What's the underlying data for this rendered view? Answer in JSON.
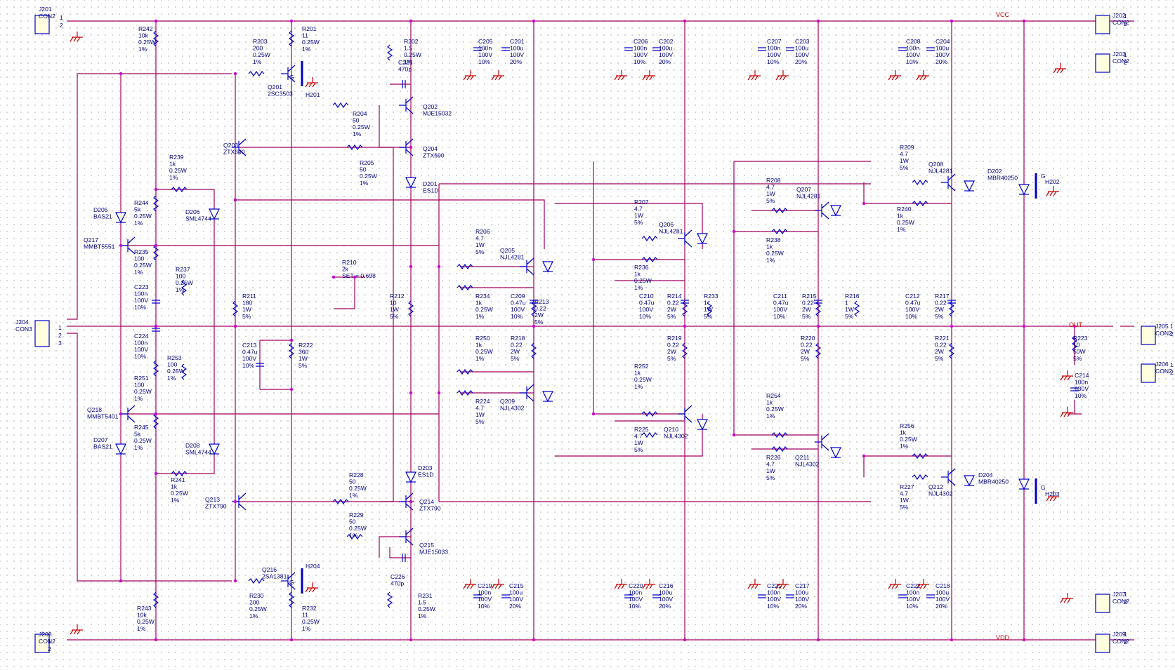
{
  "nets": {
    "vcc": "VCC",
    "vdd": "VDD",
    "out": "OUT"
  },
  "connectors": [
    {
      "ref": "J201",
      "type": "CON2",
      "p": [
        "1",
        "2"
      ]
    },
    {
      "ref": "J202",
      "type": "CON2",
      "p": [
        "1",
        "2"
      ]
    },
    {
      "ref": "J203",
      "type": "CON2",
      "p": [
        "1",
        "2"
      ]
    },
    {
      "ref": "J204",
      "type": "CON3",
      "p": [
        "1",
        "2",
        "3"
      ]
    },
    {
      "ref": "J205",
      "type": "CON2",
      "p": [
        "1",
        "2"
      ]
    },
    {
      "ref": "J206",
      "type": "CON2",
      "p": [
        "1",
        "2"
      ]
    },
    {
      "ref": "J207",
      "type": "CON2",
      "p": [
        "1",
        "2"
      ]
    },
    {
      "ref": "J208",
      "type": "CON2",
      "p": [
        "1",
        "2"
      ]
    },
    {
      "ref": "J209",
      "type": "CON2",
      "p": [
        "1",
        "2"
      ]
    }
  ],
  "labels": [
    {
      "id": "R242",
      "lines": [
        "R242",
        "10k",
        "0.25W",
        "1%"
      ]
    },
    {
      "id": "R201",
      "lines": [
        "R201",
        "11",
        "0.25W",
        "1%"
      ]
    },
    {
      "id": "R203",
      "lines": [
        "R203",
        "200",
        "0.25W",
        "1%"
      ]
    },
    {
      "id": "Q201",
      "lines": [
        "Q201",
        "2SC3503"
      ]
    },
    {
      "id": "H201",
      "lines": [
        "H201"
      ]
    },
    {
      "id": "G1",
      "lines": [
        "G"
      ]
    },
    {
      "id": "R202",
      "lines": [
        "R202",
        "1.5",
        "0.25W",
        "1%"
      ]
    },
    {
      "id": "C225",
      "lines": [
        "C225",
        "470p"
      ]
    },
    {
      "id": "Q202",
      "lines": [
        "Q202",
        "MJE15032"
      ]
    },
    {
      "id": "R204",
      "lines": [
        "R204",
        "50",
        "0.25W",
        "1%"
      ]
    },
    {
      "id": "Q203",
      "lines": [
        "Q203",
        "ZTX690"
      ]
    },
    {
      "id": "R205",
      "lines": [
        "R205",
        "50",
        "0.25W",
        "1%"
      ]
    },
    {
      "id": "Q204",
      "lines": [
        "Q204",
        "ZTX690"
      ]
    },
    {
      "id": "D201",
      "lines": [
        "D201",
        "ES1D"
      ]
    },
    {
      "id": "C205",
      "lines": [
        "C205",
        "100n",
        "100V",
        "10%"
      ]
    },
    {
      "id": "C201",
      "lines": [
        "C201",
        "100u",
        "100V",
        "20%"
      ]
    },
    {
      "id": "C206",
      "lines": [
        "C206",
        "100n",
        "100V",
        "10%"
      ]
    },
    {
      "id": "C202",
      "lines": [
        "C202",
        "100u",
        "100V",
        "20%"
      ]
    },
    {
      "id": "C207",
      "lines": [
        "C207",
        "100n",
        "100V",
        "10%"
      ]
    },
    {
      "id": "C203",
      "lines": [
        "C203",
        "100u",
        "100V",
        "20%"
      ]
    },
    {
      "id": "C208",
      "lines": [
        "C208",
        "100n",
        "100V",
        "10%"
      ]
    },
    {
      "id": "C204",
      "lines": [
        "C204",
        "100u",
        "100V",
        "20%"
      ]
    },
    {
      "id": "R239",
      "lines": [
        "R239",
        "1k",
        "0.25W",
        "1%"
      ]
    },
    {
      "id": "D205",
      "lines": [
        "D205",
        "BAS21"
      ]
    },
    {
      "id": "R244",
      "lines": [
        "R244",
        "5k",
        "0.25W",
        "1%"
      ]
    },
    {
      "id": "D206",
      "lines": [
        "D206",
        "SML4744"
      ]
    },
    {
      "id": "Q217",
      "lines": [
        "Q217",
        "MMBT5551"
      ]
    },
    {
      "id": "R235",
      "lines": [
        "R235",
        "100",
        "0.25W",
        "1%"
      ]
    },
    {
      "id": "R237",
      "lines": [
        "R237",
        "100",
        "0.25W",
        "1%"
      ]
    },
    {
      "id": "C223",
      "lines": [
        "C223",
        "100n",
        "100V",
        "10%"
      ]
    },
    {
      "id": "R211",
      "lines": [
        "R211",
        "180",
        "1W",
        "5%"
      ]
    },
    {
      "id": "R210",
      "lines": [
        "R210",
        "2k",
        "SET = 0.698"
      ]
    },
    {
      "id": "R212",
      "lines": [
        "R212",
        "10",
        "1W",
        "5%"
      ]
    },
    {
      "id": "R206",
      "lines": [
        "R206",
        "4.7",
        "1W",
        "5%"
      ]
    },
    {
      "id": "Q205",
      "lines": [
        "Q205",
        "NJL4281"
      ]
    },
    {
      "id": "R234",
      "lines": [
        "R234",
        "1k",
        "0.25W",
        "1%"
      ]
    },
    {
      "id": "C209",
      "lines": [
        "C209",
        "0.47u",
        "100V",
        "10%"
      ]
    },
    {
      "id": "R213",
      "lines": [
        "R213",
        "0.22",
        "2W",
        "5%"
      ]
    },
    {
      "id": "R207",
      "lines": [
        "R207",
        "4.7",
        "1W",
        "5%"
      ]
    },
    {
      "id": "Q206",
      "lines": [
        "Q206",
        "NJL4281"
      ]
    },
    {
      "id": "R236",
      "lines": [
        "R236",
        "1k",
        "0.25W",
        "1%"
      ]
    },
    {
      "id": "C210",
      "lines": [
        "C210",
        "0.47u",
        "100V",
        "10%"
      ]
    },
    {
      "id": "R214",
      "lines": [
        "R214",
        "0.22",
        "2W",
        "5%"
      ]
    },
    {
      "id": "R233",
      "lines": [
        "R233",
        "1",
        "1W",
        "5%"
      ]
    },
    {
      "id": "R208",
      "lines": [
        "R208",
        "4.7",
        "1W",
        "5%"
      ]
    },
    {
      "id": "Q207",
      "lines": [
        "Q207",
        "NJL4281"
      ]
    },
    {
      "id": "R238",
      "lines": [
        "R238",
        "1k",
        "0.25W",
        "1%"
      ]
    },
    {
      "id": "C211",
      "lines": [
        "C211",
        "0.47u",
        "100V",
        "10%"
      ]
    },
    {
      "id": "R215",
      "lines": [
        "R215",
        "0.22",
        "2W",
        "5%"
      ]
    },
    {
      "id": "R216",
      "lines": [
        "R216",
        "1",
        "1W",
        "5%"
      ]
    },
    {
      "id": "R209",
      "lines": [
        "R209",
        "4.7",
        "1W",
        "5%"
      ]
    },
    {
      "id": "Q208",
      "lines": [
        "Q208",
        "NJL4281"
      ]
    },
    {
      "id": "R240",
      "lines": [
        "R240",
        "1k",
        "0.25W",
        "1%"
      ]
    },
    {
      "id": "C212",
      "lines": [
        "C212",
        "0.47u",
        "100V",
        "10%"
      ]
    },
    {
      "id": "R217",
      "lines": [
        "R217",
        "0.22",
        "2W",
        "5%"
      ]
    },
    {
      "id": "D202",
      "lines": [
        "D202",
        "MBR40250"
      ]
    },
    {
      "id": "H202",
      "lines": [
        "H202"
      ]
    },
    {
      "id": "G2",
      "lines": [
        "G"
      ]
    },
    {
      "id": "C224",
      "lines": [
        "C224",
        "100n",
        "100V",
        "10%"
      ]
    },
    {
      "id": "R253",
      "lines": [
        "R253",
        "100",
        "0.25W",
        "1%"
      ]
    },
    {
      "id": "C213",
      "lines": [
        "C213",
        "0.47u",
        "100V",
        "10%"
      ]
    },
    {
      "id": "R222",
      "lines": [
        "R222",
        "360",
        "1W",
        "5%"
      ]
    },
    {
      "id": "R250",
      "lines": [
        "R250",
        "1k",
        "0.25W",
        "1%"
      ]
    },
    {
      "id": "R218",
      "lines": [
        "R218",
        "0.22",
        "2W",
        "5%"
      ]
    },
    {
      "id": "R219",
      "lines": [
        "R219",
        "0.22",
        "2W",
        "5%"
      ]
    },
    {
      "id": "R220",
      "lines": [
        "R220",
        "0.22",
        "2W",
        "5%"
      ]
    },
    {
      "id": "R221",
      "lines": [
        "R221",
        "0.22",
        "2W",
        "5%"
      ]
    },
    {
      "id": "R223",
      "lines": [
        "R223",
        "10",
        "50W",
        "5%"
      ]
    },
    {
      "id": "C214",
      "lines": [
        "C214",
        "100n",
        "630V",
        "10%"
      ]
    },
    {
      "id": "R251",
      "lines": [
        "R251",
        "100",
        "0.25W",
        "1%"
      ]
    },
    {
      "id": "Q218",
      "lines": [
        "Q218",
        "MMBT5401"
      ]
    },
    {
      "id": "R224",
      "lines": [
        "R224",
        "4.7",
        "1W",
        "5%"
      ]
    },
    {
      "id": "Q209",
      "lines": [
        "Q209",
        "NJL4302"
      ]
    },
    {
      "id": "R252",
      "lines": [
        "R252",
        "1k",
        "0.25W",
        "1%"
      ]
    },
    {
      "id": "R225",
      "lines": [
        "R225",
        "4.7",
        "1W",
        "5%"
      ]
    },
    {
      "id": "Q210",
      "lines": [
        "Q210",
        "NJL4302"
      ]
    },
    {
      "id": "R254",
      "lines": [
        "R254",
        "1k",
        "0.25W",
        "1%"
      ]
    },
    {
      "id": "R226",
      "lines": [
        "R226",
        "4.7",
        "1W",
        "5%"
      ]
    },
    {
      "id": "Q211",
      "lines": [
        "Q211",
        "NJL4302"
      ]
    },
    {
      "id": "R256",
      "lines": [
        "R256",
        "1k",
        "0.25W",
        "1%"
      ]
    },
    {
      "id": "R227",
      "lines": [
        "R227",
        "4.7",
        "1W",
        "5%"
      ]
    },
    {
      "id": "Q212",
      "lines": [
        "Q212",
        "NJL4302"
      ]
    },
    {
      "id": "D204",
      "lines": [
        "D204",
        "MBR40250"
      ]
    },
    {
      "id": "H203",
      "lines": [
        "H203"
      ]
    },
    {
      "id": "G3",
      "lines": [
        "G"
      ]
    },
    {
      "id": "R245",
      "lines": [
        "R245",
        "5k",
        "0.25W",
        "1%"
      ]
    },
    {
      "id": "D207",
      "lines": [
        "D207",
        "BAS21"
      ]
    },
    {
      "id": "D208",
      "lines": [
        "D208",
        "SML4744"
      ]
    },
    {
      "id": "R241",
      "lines": [
        "R241",
        "1k",
        "0.25W",
        "1%"
      ]
    },
    {
      "id": "D203",
      "lines": [
        "D203",
        "ES1D"
      ]
    },
    {
      "id": "R228",
      "lines": [
        "R228",
        "50",
        "0.25W",
        "1%"
      ]
    },
    {
      "id": "Q214",
      "lines": [
        "Q214",
        "ZTX790"
      ]
    },
    {
      "id": "Q213",
      "lines": [
        "Q213",
        "ZTX790"
      ]
    },
    {
      "id": "R229",
      "lines": [
        "R229",
        "50",
        "0.25W",
        "1%"
      ]
    },
    {
      "id": "Q215",
      "lines": [
        "Q215",
        "MJE15033"
      ]
    },
    {
      "id": "C226",
      "lines": [
        "C226",
        "470p"
      ]
    },
    {
      "id": "Q216",
      "lines": [
        "Q216",
        "2SA1381"
      ]
    },
    {
      "id": "H204",
      "lines": [
        "H204"
      ]
    },
    {
      "id": "G4",
      "lines": [
        "G"
      ]
    },
    {
      "id": "R230",
      "lines": [
        "R230",
        "200",
        "0.25W",
        "1%"
      ]
    },
    {
      "id": "R232",
      "lines": [
        "R232",
        "11",
        "0.25W",
        "1%"
      ]
    },
    {
      "id": "R231",
      "lines": [
        "R231",
        "1.5",
        "0.25W",
        "1%"
      ]
    },
    {
      "id": "R243",
      "lines": [
        "R243",
        "10k",
        "0.25W",
        "1%"
      ]
    },
    {
      "id": "C219",
      "lines": [
        "C219",
        "100n",
        "100V",
        "10%"
      ]
    },
    {
      "id": "C215",
      "lines": [
        "C215",
        "100u",
        "100V",
        "20%"
      ]
    },
    {
      "id": "C220",
      "lines": [
        "C220",
        "100n",
        "100V",
        "10%"
      ]
    },
    {
      "id": "C216",
      "lines": [
        "C216",
        "100u",
        "100V",
        "20%"
      ]
    },
    {
      "id": "C221",
      "lines": [
        "C221",
        "100n",
        "100V",
        "10%"
      ]
    },
    {
      "id": "C217",
      "lines": [
        "C217",
        "100u",
        "100V",
        "20%"
      ]
    },
    {
      "id": "C222",
      "lines": [
        "C222",
        "100n",
        "100V",
        "10%"
      ]
    },
    {
      "id": "C218",
      "lines": [
        "C218",
        "100u",
        "100V",
        "20%"
      ]
    }
  ]
}
